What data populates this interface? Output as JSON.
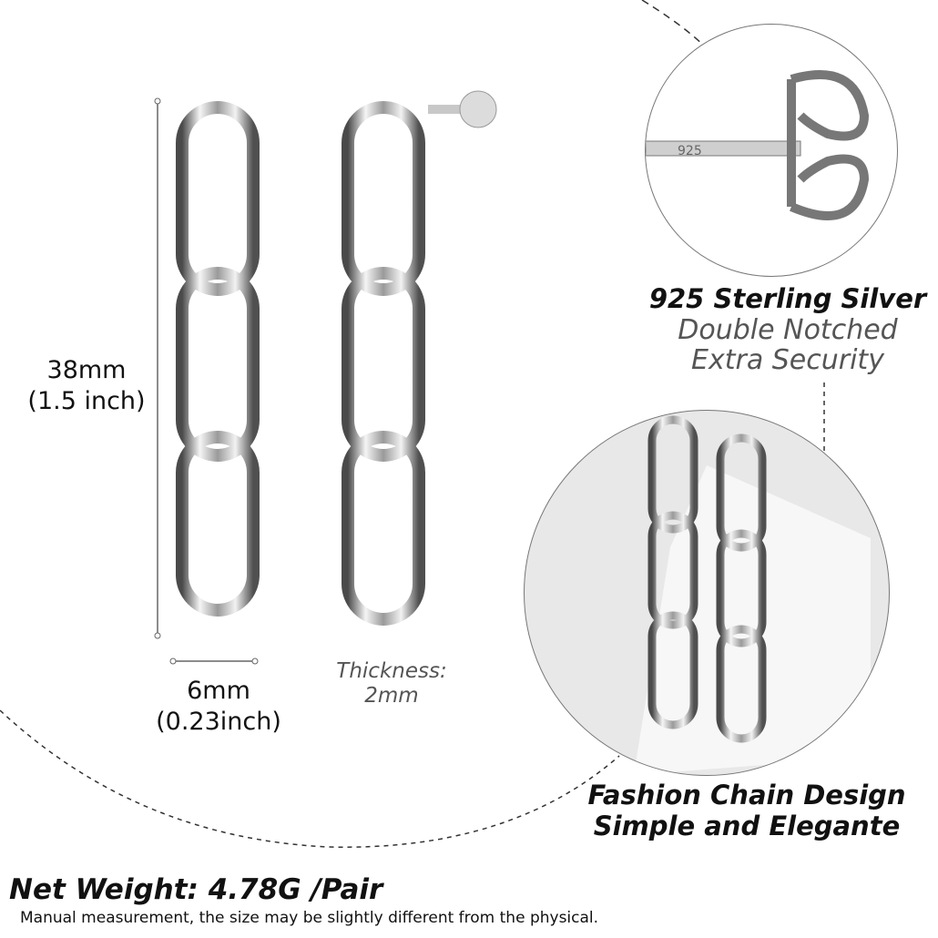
{
  "dimensions": {
    "length_mm": "38mm",
    "length_inch": "(1.5 inch)",
    "width_mm": "6mm",
    "width_inch": "(0.23inch)",
    "thickness_label": "Thickness:",
    "thickness_value": "2mm"
  },
  "detail_closeup": {
    "post_stamp": "925",
    "title": "925 Sterling Silver",
    "line1": "Double Notched",
    "line2": "Extra Security"
  },
  "lifestyle_closeup": {
    "line1": "Fashion Chain Design",
    "line2": "Simple and Elegante"
  },
  "footer": {
    "weight": "Net Weight: 4.78G /Pair",
    "disclaimer": "Manual measurement, the size may be slightly different from the physical."
  },
  "colors": {
    "silver_light": "#f4f4f4",
    "silver_mid": "#b5b5b5",
    "silver_dark": "#5a5a5a",
    "text_dark": "#111111",
    "text_grey": "#555555"
  }
}
